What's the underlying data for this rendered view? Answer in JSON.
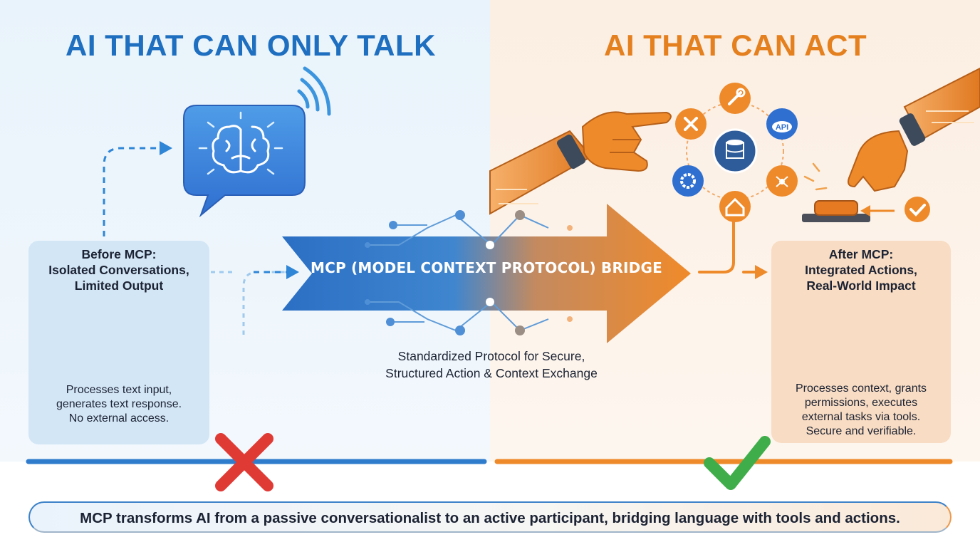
{
  "left_panel": {
    "heading": "AI THAT CAN ONLY TALK",
    "card": {
      "title_lines": [
        "Before MCP:",
        "Isolated Conversations,",
        "Limited Output"
      ],
      "desc_lines": [
        "Processes text input,",
        "generates text response.",
        "No external access."
      ]
    }
  },
  "right_panel": {
    "heading": "AI THAT CAN ACT",
    "card": {
      "title_lines": [
        "After MCP:",
        "Integrated Actions,",
        "Real-World Impact"
      ],
      "desc_lines": [
        "Processes context, grants",
        "permissions, executes",
        "external tasks via tools.",
        "Secure and verifiable."
      ]
    }
  },
  "bridge": {
    "label": "MCP (MODEL CONTEXT PROTOCOL) BRIDGE",
    "caption_lines": [
      "Standardized Protocol for Secure,",
      "Structured Action & Context Exchange"
    ]
  },
  "tool_hub": {
    "api_label": "API"
  },
  "summary": "MCP transforms AI from a passive conversationalist to an active participant, bridging language with tools and actions.",
  "colors": {
    "blue": "#1f6fc0",
    "orange": "#e5801f",
    "red": "#e03a35",
    "green": "#3fae4a"
  }
}
